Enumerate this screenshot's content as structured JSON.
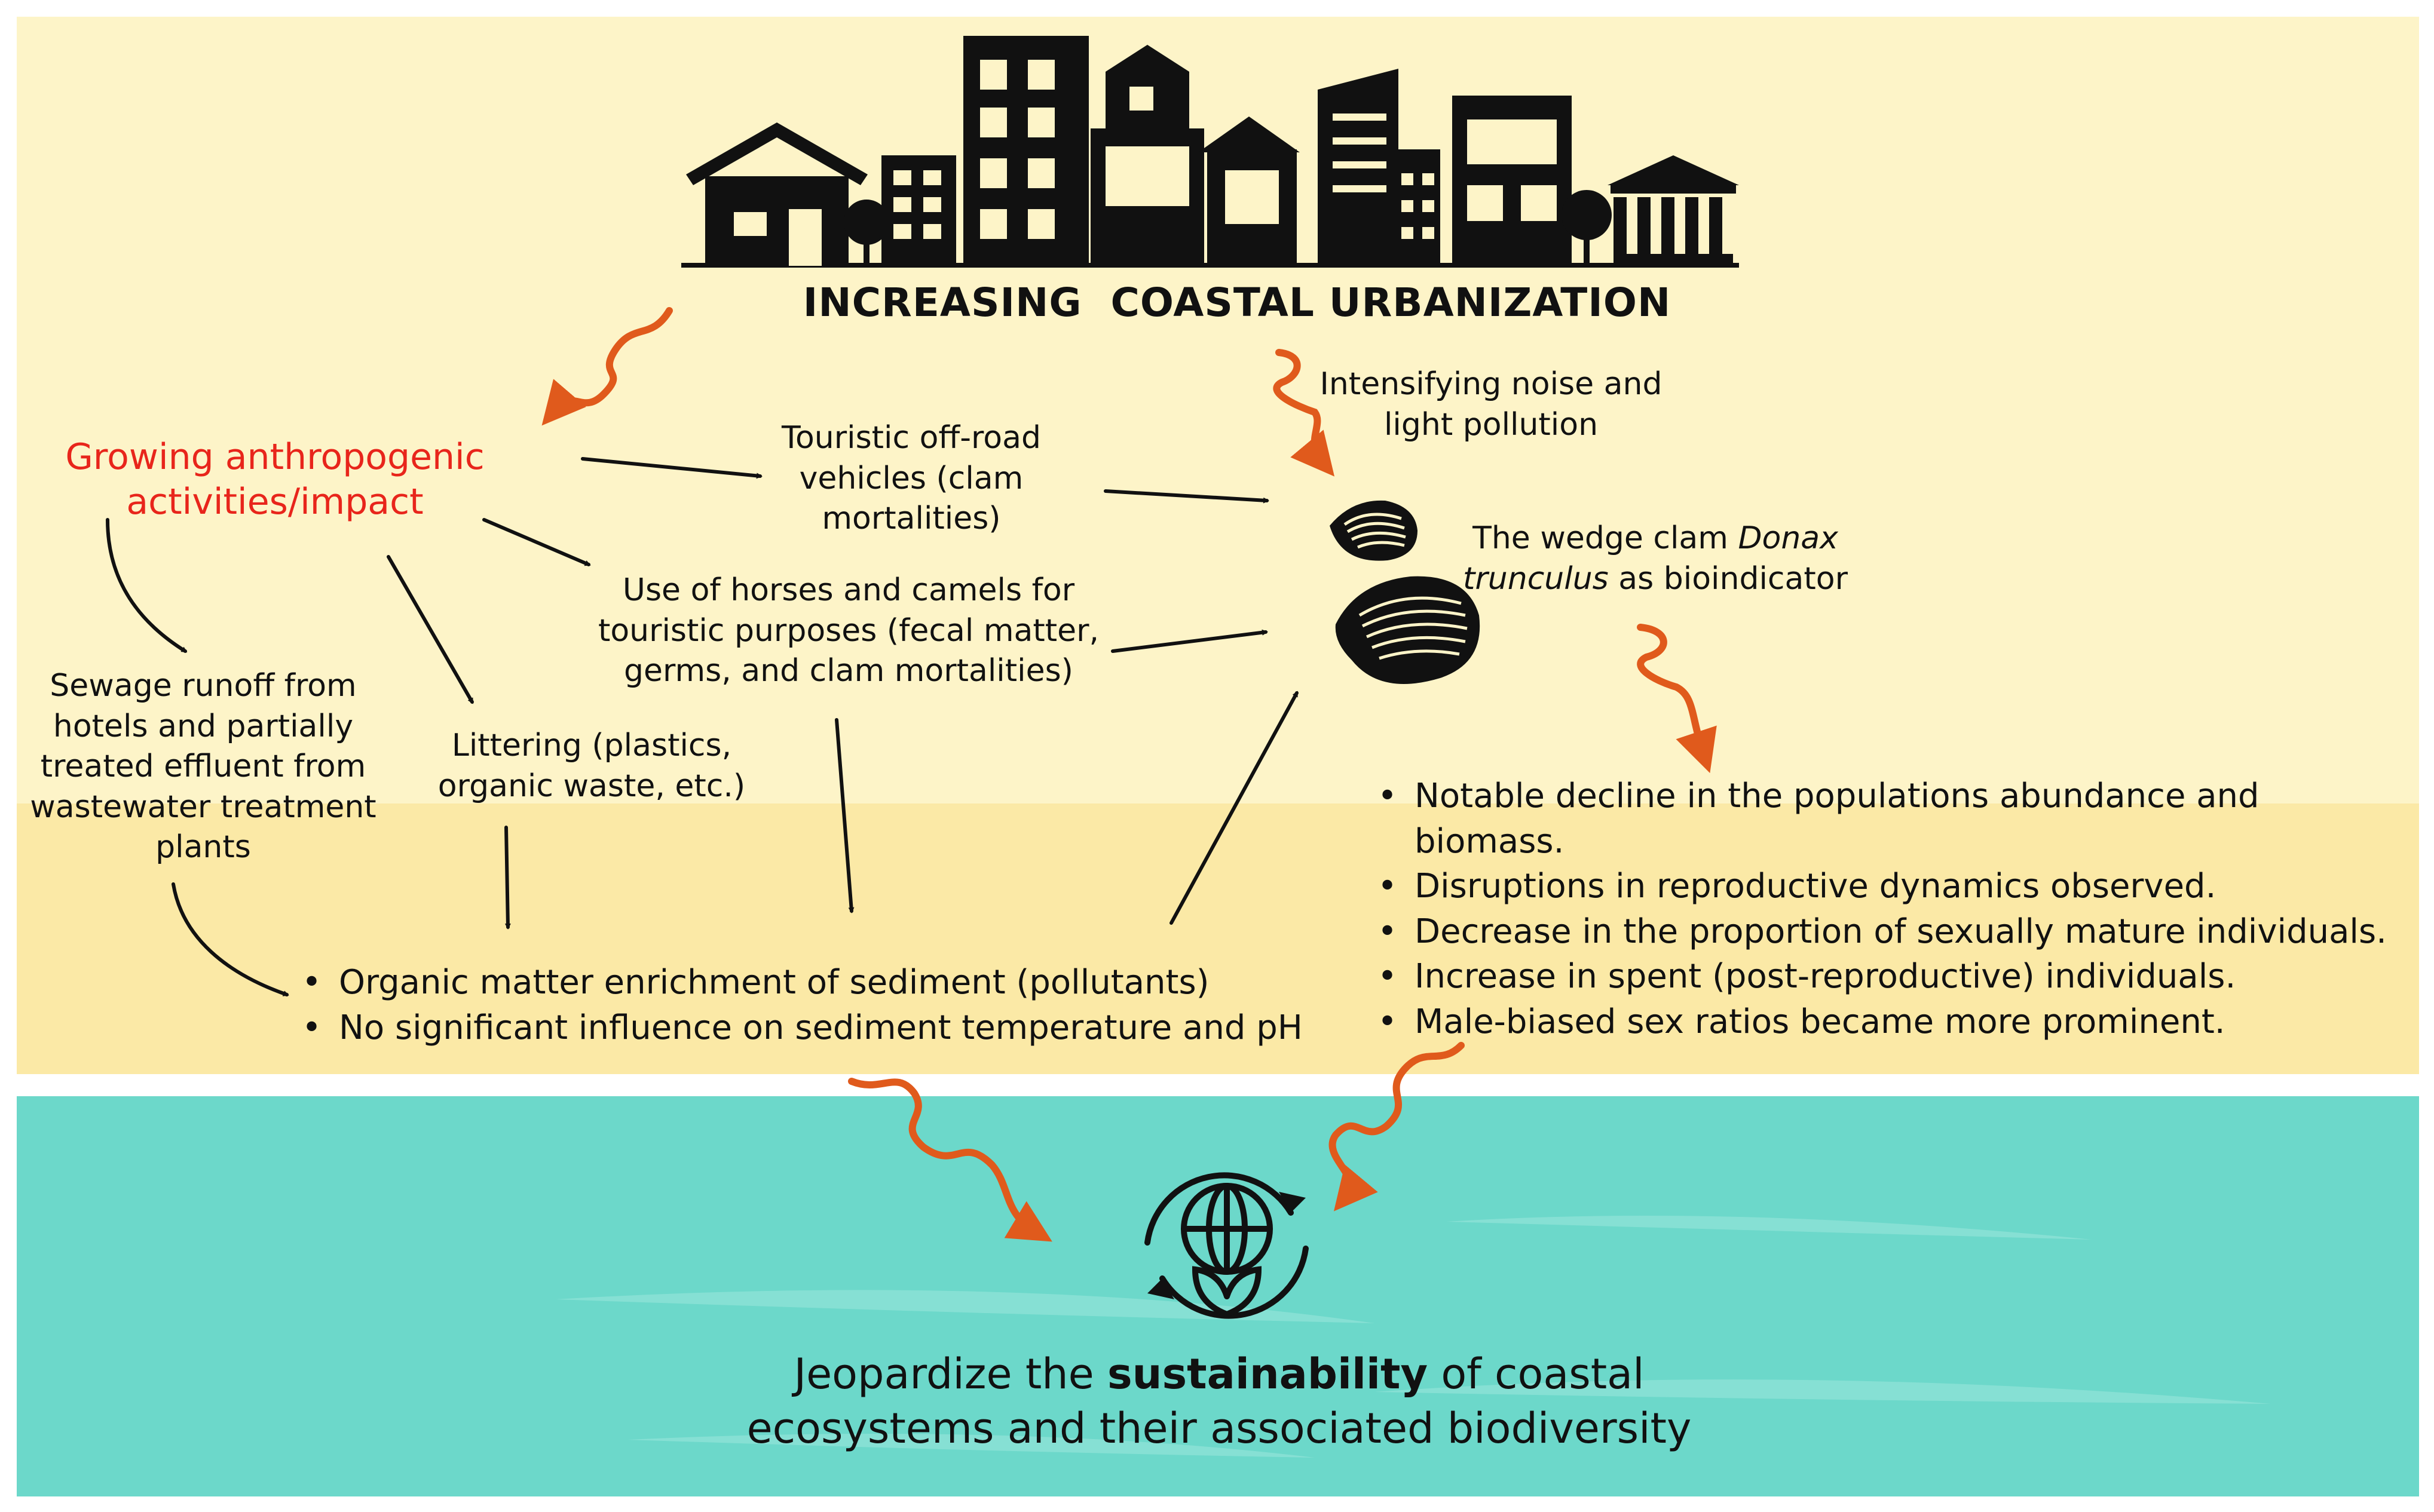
{
  "title": "INCREASING  COASTAL URBANIZATION",
  "anthropogenic": {
    "line1": "Growing anthropogenic",
    "line2": "activities/impact"
  },
  "noise": {
    "line1": "Intensifying noise and",
    "line2": "light pollution"
  },
  "vehicles": {
    "line1": "Touristic off-road",
    "line2": "vehicles (clam",
    "line3": "mortalities)"
  },
  "horses": {
    "line1": "Use of horses and camels for",
    "line2": "touristic purposes (fecal matter,",
    "line3": "germs, and clam mortalities)"
  },
  "sewage": {
    "line1": "Sewage runoff from",
    "line2": "hotels and partially",
    "line3": "treated effluent from",
    "line4": "wastewater treatment",
    "line5": "plants"
  },
  "littering": {
    "line1": "Littering (plastics,",
    "line2": "organic waste, etc.)"
  },
  "clam": {
    "line1_pre": "The wedge clam ",
    "genus": "Donax",
    "species": "trunculus",
    "line2_post": " as bioindicator"
  },
  "sediment_effects": [
    "Organic matter enrichment of sediment (pollutants)",
    "No significant influence on sediment temperature and pH"
  ],
  "clam_effects": [
    "Notable decline in the populations abundance and biomass.",
    "Disruptions in reproductive dynamics observed.",
    "Decrease in the proportion of sexually mature individuals.",
    "Increase in spent (post-reproductive) individuals.",
    "Male-biased sex ratios became more prominent."
  ],
  "conclusion": {
    "pre": "Jeopardize the ",
    "bold": "sustainability",
    "post": " of coastal",
    "line2": "ecosystems and their associated biodiversity"
  },
  "colors": {
    "sand_light": "#fdf5c9",
    "sand_dark": "#fbe8a4",
    "sea": "#6cd9cb",
    "wavy_arrow": "#e05a1c",
    "highlight_text": "#e8251b",
    "ink": "#111111"
  },
  "icons": [
    "city-skyline-icon",
    "clam-shell-icon",
    "sustainability-globe-icon",
    "wavy-arrow-icon"
  ]
}
